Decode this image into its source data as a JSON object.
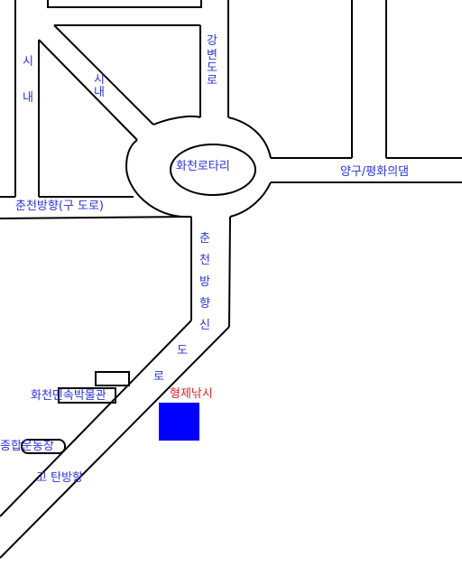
{
  "map": {
    "labels": {
      "sinae_left_1": "시",
      "sinae_left_2": "내",
      "sinae_diag_1": "시",
      "sinae_diag_2": "내",
      "gangbyeon_1": "강",
      "gangbyeon_2": "변",
      "gangbyeon_3": "도",
      "gangbyeon_4": "로",
      "rotary": "화천로타리",
      "yanggu": "양구/평화의댐",
      "chuncheon_old": "춘천방향(구 도로)",
      "new_road_1": "춘",
      "new_road_2": "천",
      "new_road_3": "방",
      "new_road_4": "향",
      "new_road_5": "신",
      "new_road_6": "도",
      "new_road_7": "로",
      "museum": "화천민속박물관",
      "sports": "종합운동장",
      "tanbang": "고 탄방향",
      "destination": "형제낚시"
    },
    "colors": {
      "label": "#2b34d6",
      "destination_label": "#e02020",
      "destination_marker": "#0000ff"
    }
  }
}
